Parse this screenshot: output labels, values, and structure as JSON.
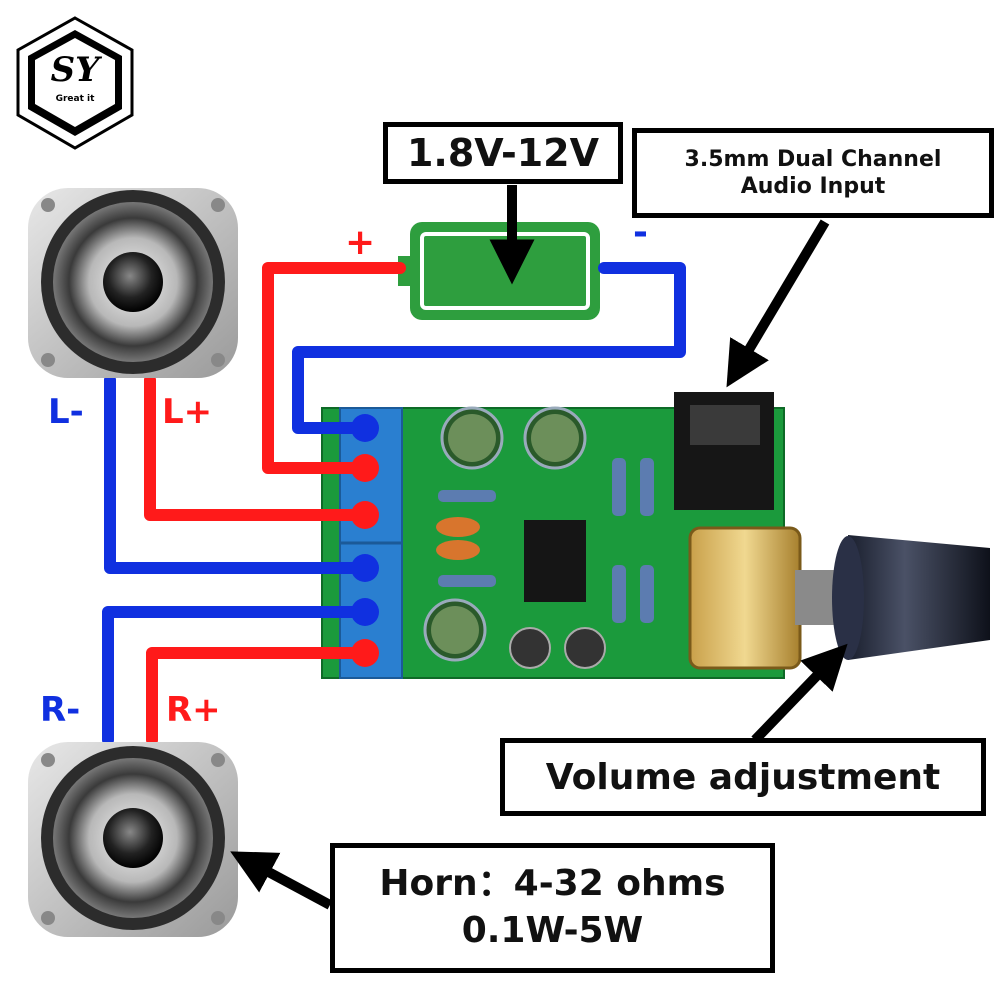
{
  "logo": {
    "letters": "SY",
    "tagline": "Great it"
  },
  "power": {
    "label": "1.8V-12V",
    "plus": "+",
    "minus": "-"
  },
  "audio_input": {
    "line1": "3.5mm Dual Channel",
    "line2": "Audio Input"
  },
  "volume": {
    "label": "Volume adjustment"
  },
  "horn": {
    "line1": "Horn：4-32 ohms",
    "line2": "0.1W-5W"
  },
  "speaker_left": {
    "minus": "L-",
    "plus": "L+"
  },
  "speaker_right": {
    "minus": "R-",
    "plus": "R+"
  },
  "colors": {
    "positive": "#ff1a1a",
    "negative": "#1030e0",
    "battery": "#2e9e3e",
    "pcb": "#1b9a3c",
    "terminal": "#2a7fd0"
  }
}
